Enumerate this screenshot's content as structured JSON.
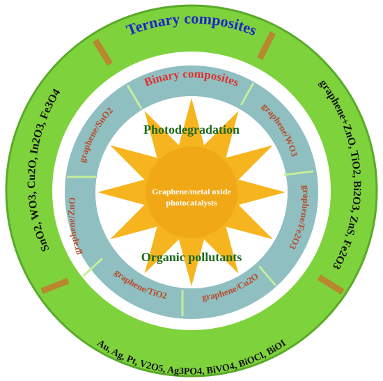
{
  "colors": {
    "outer_ring": "#7ed23c",
    "outer_ring_edge": "#5aaa2a",
    "outer_divider": "#b8872e",
    "middle_ring": "#8fbfc0",
    "middle_divider": "#c4ee9a",
    "sun": "#f6b51f",
    "sun_core": "#f1a816",
    "ternary_title": "#1c26c8",
    "binary_title": "#e0302f",
    "binary_items": "#b84a2a",
    "center_green": "#1c6a1c",
    "center_text": "#ffffff",
    "outer_text": "#111111"
  },
  "outer_ring": {
    "title": "Ternary composites",
    "right_text": "graphene+ZnO, TiO2, Bi2O3, ZnS, Fe2O3",
    "bottom_text": "Au, Ag, Pt, V2O5, Ag3PO4, BiVO4, BiOCl, BiOI",
    "left_text": "SnO2, WO3, Cu2O, In2O3, Fe3O4"
  },
  "middle_ring": {
    "title": "Binary composites",
    "items": [
      "graphene/SnO2",
      "graphene/WO3",
      "graphene/Fe2O3",
      "graphene/Cu2O",
      "graphene/TiO2",
      "graphene/ZnO"
    ]
  },
  "center": {
    "top_label": "Photodegradation",
    "bottom_label": "Organic pollutants",
    "core_line1": "Graphene/metal oxide",
    "core_line2": "photocatalysts"
  }
}
